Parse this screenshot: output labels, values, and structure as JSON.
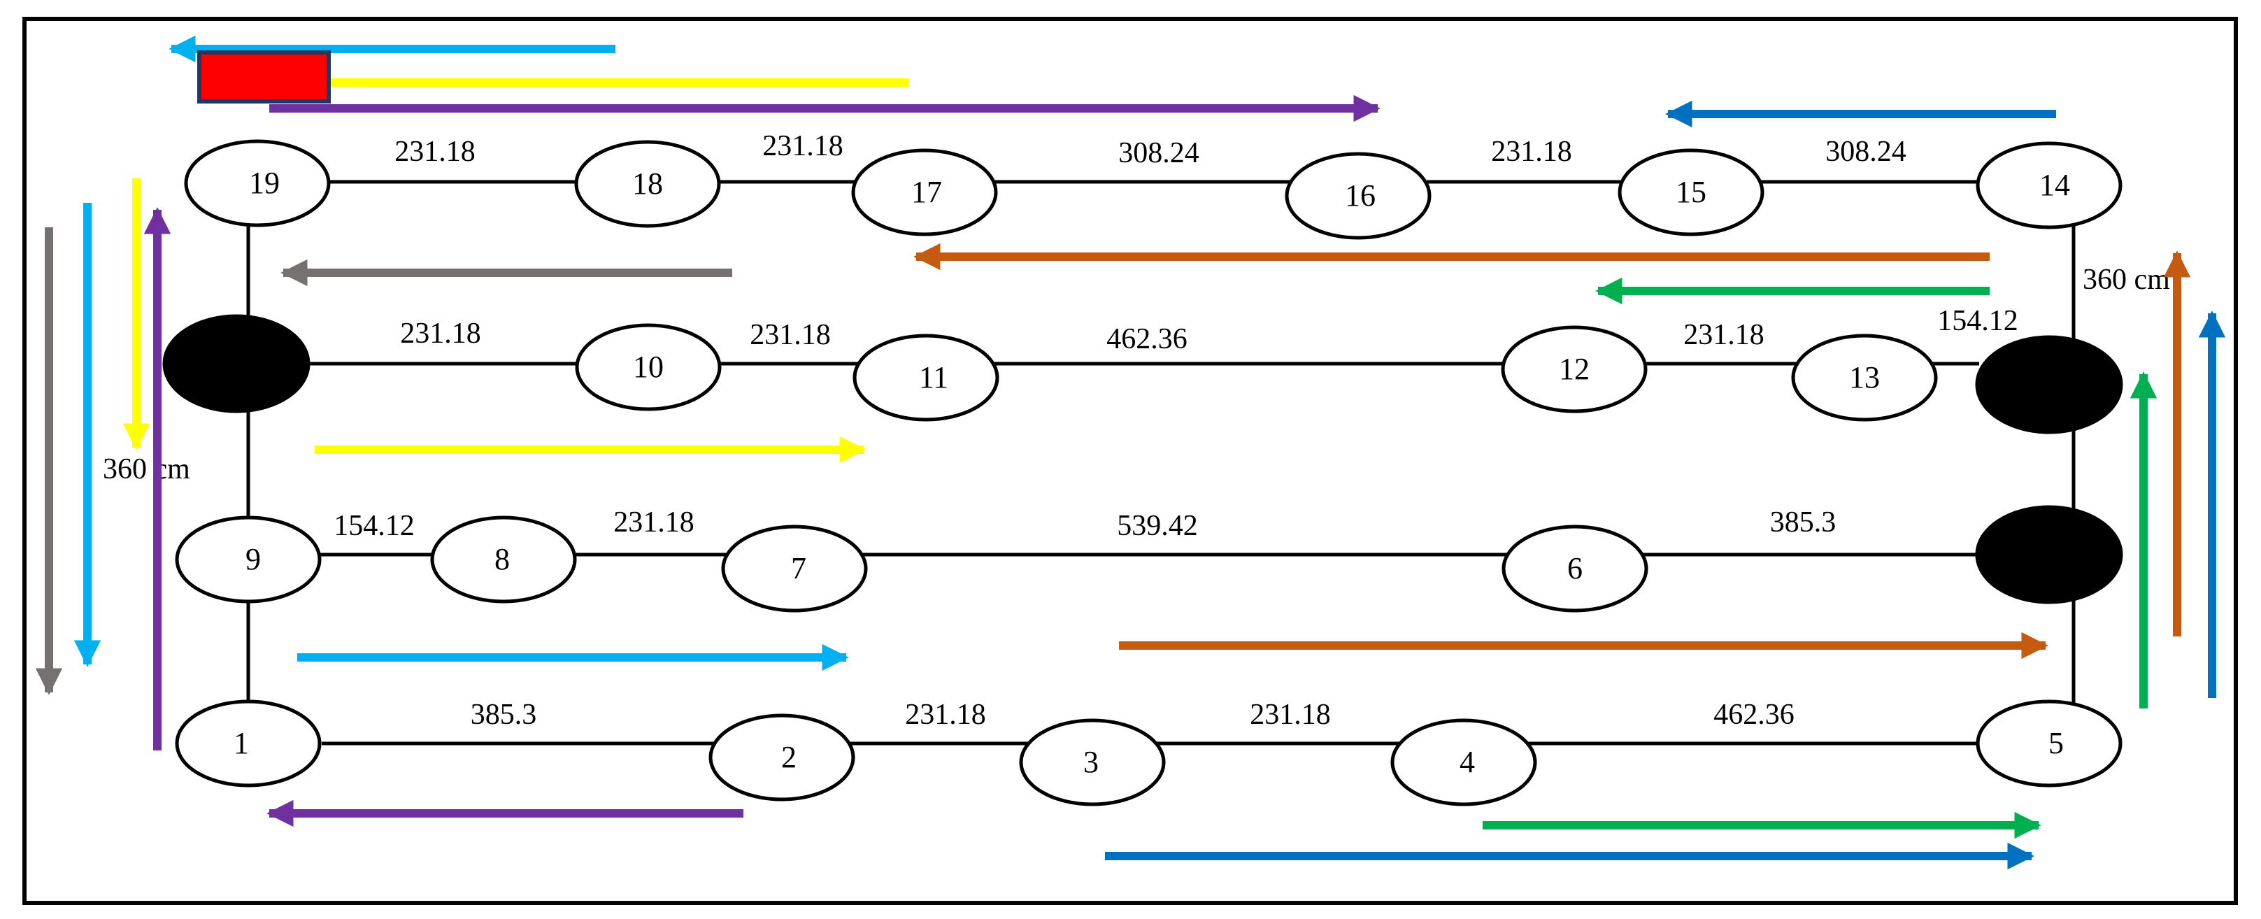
{
  "nodes": {
    "n1": {
      "label": "1"
    },
    "n2": {
      "label": "2"
    },
    "n3": {
      "label": "3"
    },
    "n4": {
      "label": "4"
    },
    "n5": {
      "label": "5"
    },
    "n6": {
      "label": "6"
    },
    "n7": {
      "label": "7"
    },
    "n8": {
      "label": "8"
    },
    "n9": {
      "label": "9"
    },
    "n10": {
      "label": "10"
    },
    "n11": {
      "label": "11"
    },
    "n12": {
      "label": "12"
    },
    "n13": {
      "label": "13"
    },
    "n14": {
      "label": "14"
    },
    "n15": {
      "label": "15"
    },
    "n16": {
      "label": "16"
    },
    "n17": {
      "label": "17"
    },
    "n18": {
      "label": "18"
    },
    "n19": {
      "label": "19"
    }
  },
  "edges": {
    "e1_2": "385.3",
    "e2_3": "231.18",
    "e3_4": "231.18",
    "e4_5": "462.36",
    "e9_8": "154.12",
    "e8_7": "231.18",
    "e7_6": "539.42",
    "e6_b": "385.3",
    "ea_10": "231.18",
    "e10_11": "231.18",
    "e11_12": "462.36",
    "e12_13": "231.18",
    "e13_c": "154.12",
    "e19_18": "231.18",
    "e18_17": "231.18",
    "e17_16": "308.24",
    "e16_15": "231.18",
    "e15_14": "308.24"
  },
  "side_labels": {
    "left": "360 cm",
    "right": "360 cm"
  },
  "colors": {
    "cyan": "#00b0f0",
    "yellow": "#ffff00",
    "purple": "#7030a0",
    "gray": "#767171",
    "orange": "#c55a11",
    "green": "#00b050",
    "blue": "#0070c0",
    "marker_red": "#ff0000",
    "marker_border": "#1f3864",
    "junction": "#000000"
  }
}
